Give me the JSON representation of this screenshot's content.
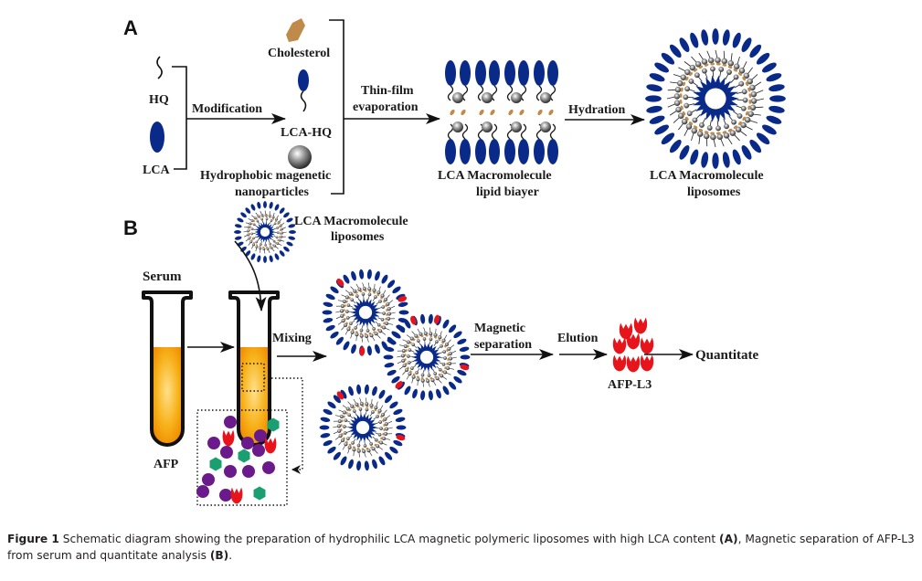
{
  "figure": {
    "panel_a": {
      "letter": "A",
      "hq_label": "HQ",
      "lca_label": "LCA",
      "modification_label": "Modification",
      "cholesterol_label": "Cholesterol",
      "lca_hq_label": "LCA-HQ",
      "nanoparticle_label_1": "Hydrophobic magenetic",
      "nanoparticle_label_2": "nanoparticles",
      "thin_film_label_1": "Thin-film",
      "thin_film_label_2": "evaporation",
      "bilayer_label_1": "LCA  Macromolecule",
      "bilayer_label_2": "lipid biayer",
      "hydration_label": "Hydration",
      "liposome_label_1": "LCA  Macromolecule",
      "liposome_label_2": "liposomes"
    },
    "panel_b": {
      "letter": "B",
      "liposome_label_1": "LCA  Macromolecule",
      "liposome_label_2": "liposomes",
      "serum_label": "Serum",
      "mixing_label": "Mixing",
      "afp_label": "AFP",
      "magnetic_label_1": "Magnetic",
      "magnetic_label_2": "separation",
      "elution_label": "Elution",
      "afp_l3_label": "AFP-L3",
      "quantitate_label": "Quantitate"
    },
    "colors": {
      "lca_blue": "#0a2a8a",
      "cholesterol": "#c08a4a",
      "serum_orange": "#f5a000",
      "afp_l3_red": "#e8141c",
      "afp_purple": "#6a1a8a",
      "protein_green": "#1aa070"
    }
  },
  "caption": {
    "figure_label": "Figure 1",
    "text_1": " Schematic diagram showing the preparation of hydrophilic LCA magnetic polymeric liposomes with high LCA content ",
    "ref_a": "(A)",
    "text_2": ", Magnetic separation of AFP-L3 from serum and quantitate analysis ",
    "ref_b": "(B)",
    "text_3": "."
  }
}
